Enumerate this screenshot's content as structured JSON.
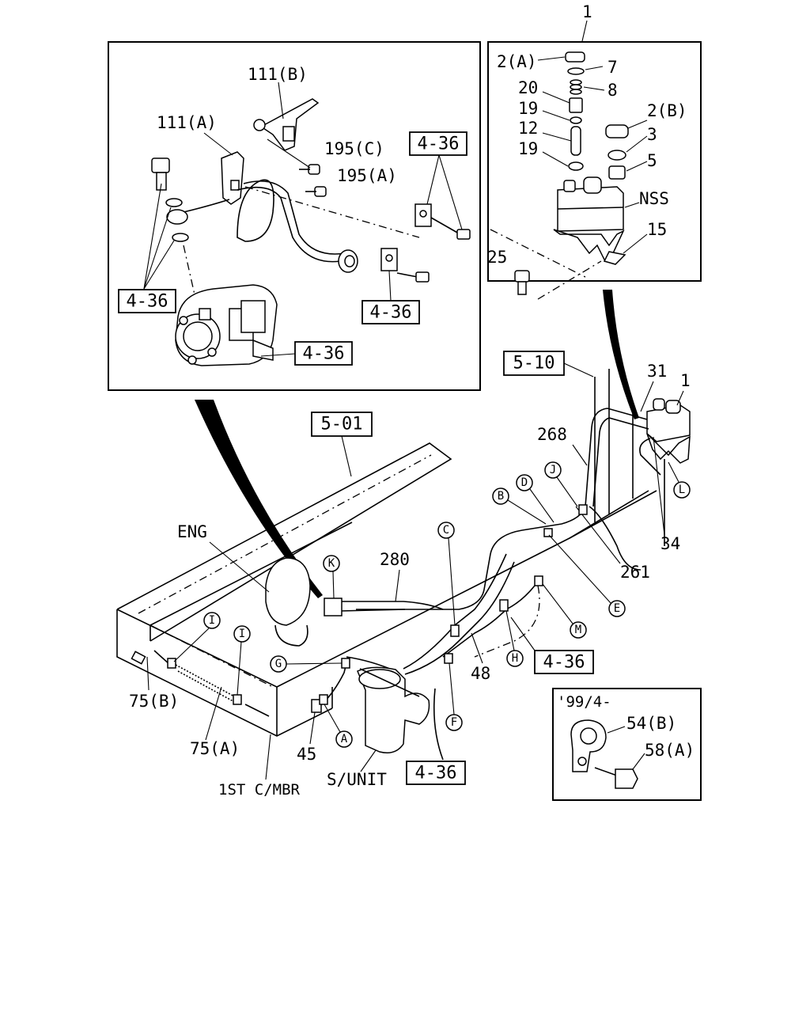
{
  "assembly_number": "1",
  "callouts_box_detail": {
    "b111": "111(B)",
    "a111": "111(A)",
    "c195": "195(C)",
    "a195": "195(A)",
    "ref_top": "4-36",
    "ref_left": "4-36",
    "ref_mid": "4-36",
    "ref_bottom": "4-36"
  },
  "callouts_tank_detail": {
    "cap_a": "2(A)",
    "n7": "7",
    "n8": "8",
    "n20": "20",
    "n19a": "19",
    "n12": "12",
    "n19b": "19",
    "cap_b": "2(B)",
    "n3": "3",
    "n5": "5",
    "nss": "NSS",
    "n15": "15",
    "n25": "25"
  },
  "callouts_main": {
    "ref_510": "5-10",
    "ref_501": "5-01",
    "n31": "31",
    "n1": "1",
    "n268": "268",
    "n261": "261",
    "n34": "34",
    "n280": "280",
    "eng": "ENG",
    "n48": "48",
    "ref_436_right": "4-36",
    "ref_436_bottom": "4-36",
    "n75b": "75(B)",
    "n75a": "75(A)",
    "n45": "45",
    "mbr": "1ST C/MBR",
    "sunit": "S/UNIT"
  },
  "circle_letters": {
    "B": "B",
    "D": "D",
    "J": "J",
    "L": "L",
    "C": "C",
    "K": "K",
    "E": "E",
    "M": "M",
    "I1": "I",
    "I2": "I",
    "G": "G",
    "H": "H",
    "F": "F",
    "A": "A"
  },
  "inset": {
    "date": "'99/4-",
    "n54b": "54(B)",
    "n58a": "58(A)"
  }
}
